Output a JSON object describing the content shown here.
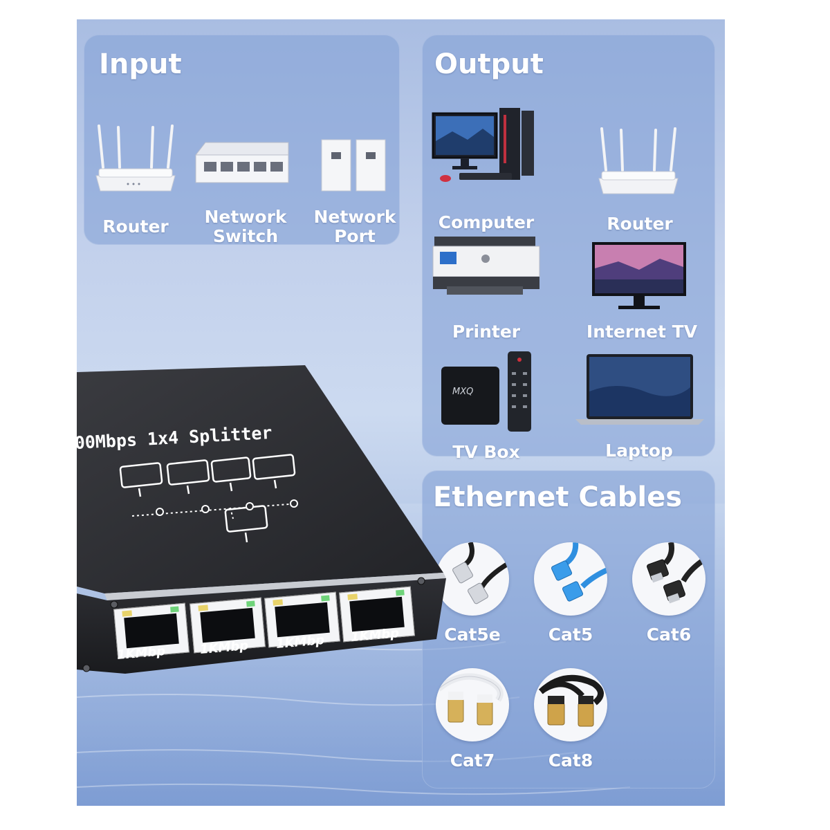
{
  "input": {
    "title": "Input",
    "items": [
      {
        "label": "Router",
        "icon": "router-icon"
      },
      {
        "label": "Network\nSwitch",
        "icon": "network-switch-icon"
      },
      {
        "label": "Network\nPort",
        "icon": "network-port-icon"
      }
    ]
  },
  "output": {
    "title": "Output",
    "items": [
      {
        "label": "Computer",
        "icon": "computer-icon"
      },
      {
        "label": "Router",
        "icon": "router-icon"
      },
      {
        "label": "Printer",
        "icon": "printer-icon"
      },
      {
        "label": "Internet TV",
        "icon": "tv-icon"
      },
      {
        "label": "TV Box",
        "icon": "tv-box-icon"
      },
      {
        "label": "Laptop",
        "icon": "laptop-icon"
      }
    ]
  },
  "cables": {
    "title": "Ethernet Cables",
    "items": [
      {
        "label": "Cat5e",
        "color": "#1e1e1e"
      },
      {
        "label": "Cat5",
        "color": "#2f8fe0"
      },
      {
        "label": "Cat6",
        "color": "#222222"
      },
      {
        "label": "Cat7",
        "color": "#ffffff"
      },
      {
        "label": "Cat8",
        "color": "#1b1b1b"
      }
    ]
  },
  "device": {
    "title": "00Mbps 1x4 Splitter",
    "ports": [
      "1KMbp",
      "1KMbp",
      "1KMbp",
      "1KMbp"
    ],
    "body_color": "#2b2c30",
    "port_led_color": "#e8d36a"
  }
}
